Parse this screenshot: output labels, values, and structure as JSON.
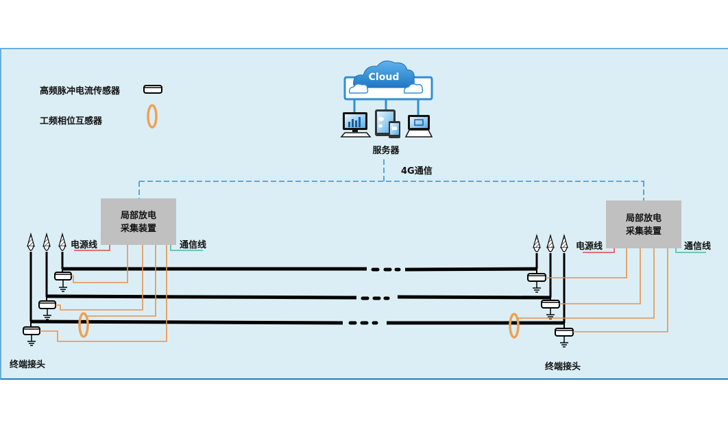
{
  "legend": {
    "items": [
      {
        "label": "高频脉冲电流传感器",
        "icon": "hfct-sensor-icon"
      },
      {
        "label": "工频相位互感器",
        "icon": "phase-ct-ring-icon"
      }
    ]
  },
  "cloud": {
    "label": "Cloud",
    "devices": [
      "desktop-monitor",
      "tablet-phone",
      "laptop"
    ],
    "server_label": "服务器"
  },
  "link": {
    "label": "4G通信"
  },
  "devices": [
    {
      "side": "left",
      "box_line1": "局部放电",
      "box_line2": "采集装置",
      "power_label": "电源线",
      "comm_label": "通信线",
      "terminal_label": "终端接头"
    },
    {
      "side": "right",
      "box_line1": "局部放电",
      "box_line2": "采集装置",
      "power_label": "电源线",
      "comm_label": "通信线",
      "terminal_label": "终端接头"
    }
  ],
  "colors": {
    "background": "#dbeef5",
    "panel_border": "#6aaedb",
    "box_fill": "#c0c0c0",
    "signal_wire": "#e8914a",
    "power_wire": "#e06060",
    "comm_wire": "#5fbfaa",
    "dashed_link": "#4a9fd8",
    "cable": "#000000",
    "cloud": "#2f8fd6"
  }
}
